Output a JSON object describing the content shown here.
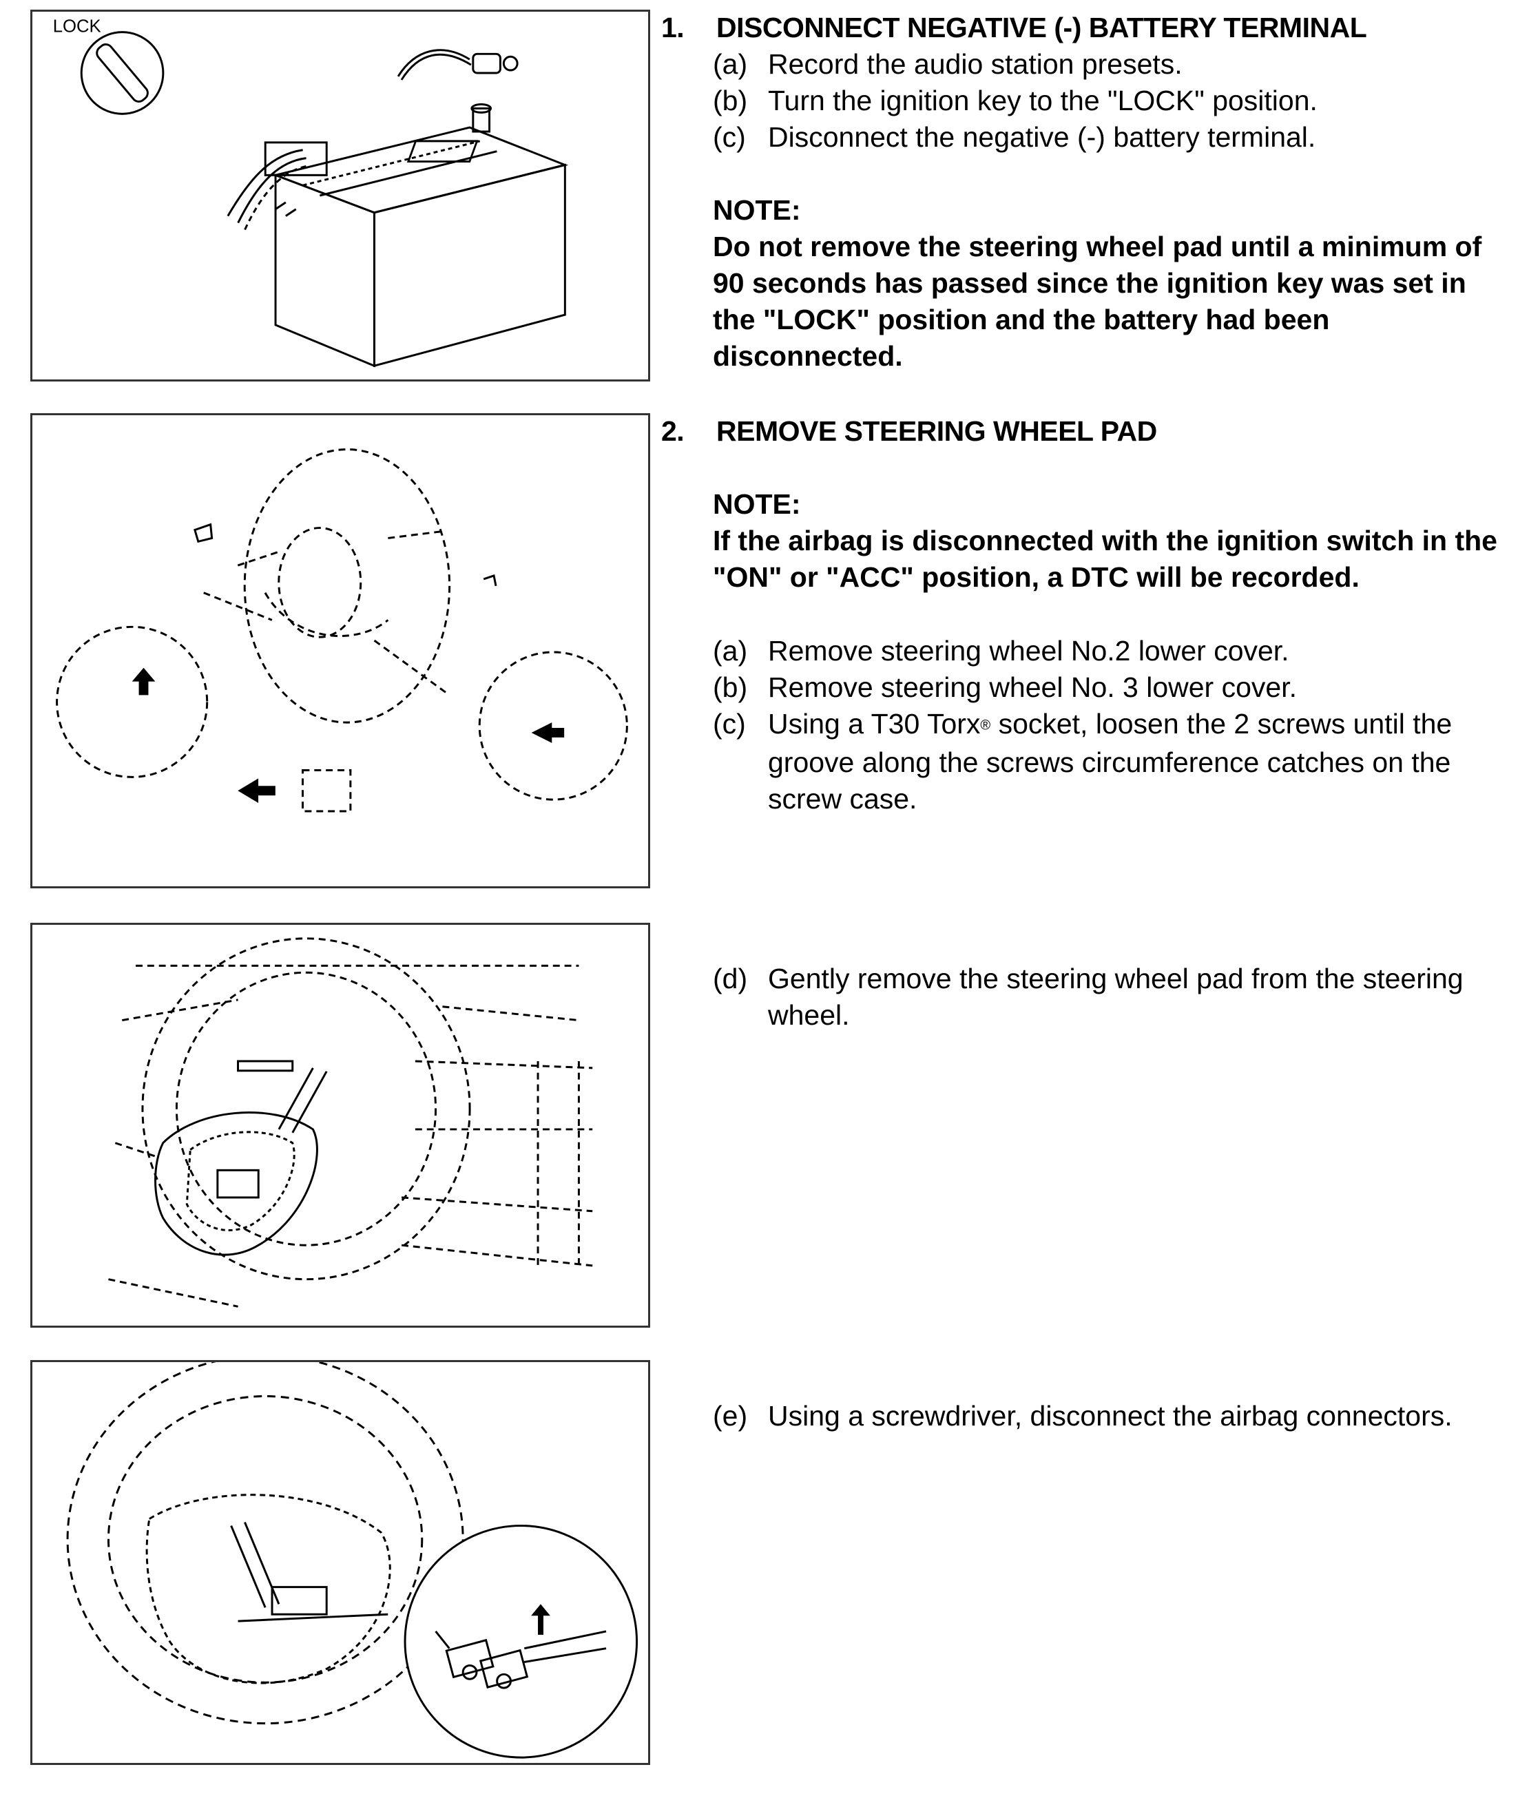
{
  "figures": {
    "battery_lock_label": "LOCK"
  },
  "step1": {
    "number": "1.",
    "title": "DISCONNECT NEGATIVE (-) BATTERY TERMINAL",
    "items": [
      {
        "label": "(a)",
        "text": "Record the audio station presets."
      },
      {
        "label": "(b)",
        "text": "Turn the ignition key to the \"LOCK\" position."
      },
      {
        "label": "(c)",
        "text": "Disconnect the negative (-) battery terminal."
      }
    ],
    "note_label": "NOTE:",
    "note_text": "Do not remove the steering wheel pad until a minimum of 90 seconds has passed since the ignition key was set in the \"LOCK\" position and the battery had been disconnected."
  },
  "step2": {
    "number": "2.",
    "title": "REMOVE STEERING WHEEL PAD",
    "note_label": "NOTE:",
    "note_text": "If the airbag is disconnected with the ignition switch in the \"ON\" or \"ACC\" position, a DTC will be recorded.",
    "items": [
      {
        "label": "(a)",
        "text": "Remove steering wheel No.2 lower cover."
      },
      {
        "label": "(b)",
        "text": "Remove steering wheel No. 3 lower cover."
      },
      {
        "label": "(c)",
        "text_before": "Using a T30 Torx",
        "mark": "®",
        "text_after": " socket, loosen the 2 screws until the groove along the screws circumference catches on the screw case."
      }
    ]
  },
  "step2d": {
    "label": "(d)",
    "text": "Gently remove the steering wheel pad from the steering wheel."
  },
  "step2e": {
    "label": "(e)",
    "text": "Using a screwdriver, disconnect the airbag connectors."
  }
}
